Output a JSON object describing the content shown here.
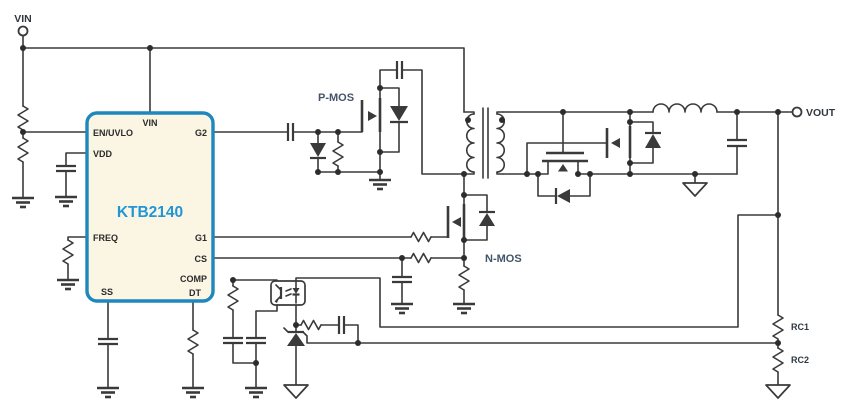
{
  "title": "KTB2140 active-clamp flyback converter application schematic",
  "ic": {
    "name": "KTB2140",
    "pins": {
      "vin": "VIN",
      "en_uvlo": "EN/UVLO",
      "vdd": "VDD",
      "freq": "FREQ",
      "ss": "SS",
      "g2": "G2",
      "g1": "G1",
      "cs": "CS",
      "comp": "COMP",
      "dt": "DT"
    }
  },
  "terminals": {
    "vin": "VIN",
    "vout": "VOUT"
  },
  "labels": {
    "pmos": "P-MOS",
    "nmos": "N-MOS",
    "rc1": "RC1",
    "rc2": "RC2"
  },
  "components": {
    "transformer": "isolation-transformer-with-polarity-dots",
    "pmos": "active-clamp-p-mosfet",
    "nmos": "primary-n-mosfet-switch",
    "sync_fet_series": "secondary-series-sync-mosfet",
    "sync_fet_output": "secondary-output-sync-mosfet",
    "optocoupler": "feedback-optocoupler",
    "shunt_regulator": "tl431-shunt-regulator",
    "output_inductor": "output-filter-inductor",
    "output_capacitor": "output-filter-capacitor"
  },
  "colors": {
    "wire": "#3a3a3a",
    "ic_border": "#1e87bd",
    "ic_fill": "#fbf5e4",
    "ic_name": "#2196d6",
    "mos_label": "#44546a",
    "net_label": "#30383f",
    "background": "#ffffff"
  }
}
